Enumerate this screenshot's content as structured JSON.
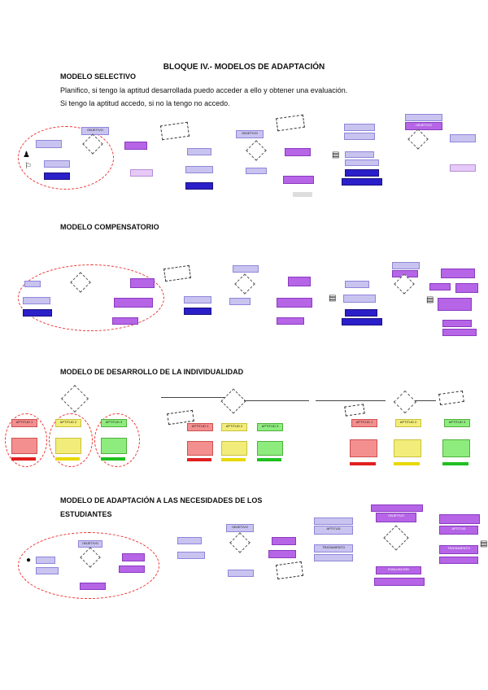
{
  "title": "BLOQUE IV.- MODELOS DE ADAPTACIÓN",
  "sections": [
    {
      "heading": "MODELO SELECTIVO"
    },
    {
      "heading": "MODELO COMPENSATORIO"
    },
    {
      "heading": "MODELO DE DESARROLLO DE LA INDIVIDUALIDAD"
    },
    {
      "heading": "MODELO DE ADAPTACIÓN A LAS NECESIDADES DE LOS ESTUDIANTES"
    }
  ],
  "selective_text": [
    "Planifico, si tengo la aptitud desarrollada puedo acceder a ello y obtener una evaluación.",
    "Si tengo la aptitud accedo, si no la tengo no accedo."
  ],
  "diagram_labels": {
    "objetivo": "OBJETIVO",
    "aptitud": "APTITUD",
    "aptitud1": "APTITUD 1",
    "aptitud2": "APTITUD 2",
    "aptitud3": "APTITUD 3",
    "tratamiento": "TRATAMIENTO",
    "evaluacion": "EVALUACIÓN"
  }
}
